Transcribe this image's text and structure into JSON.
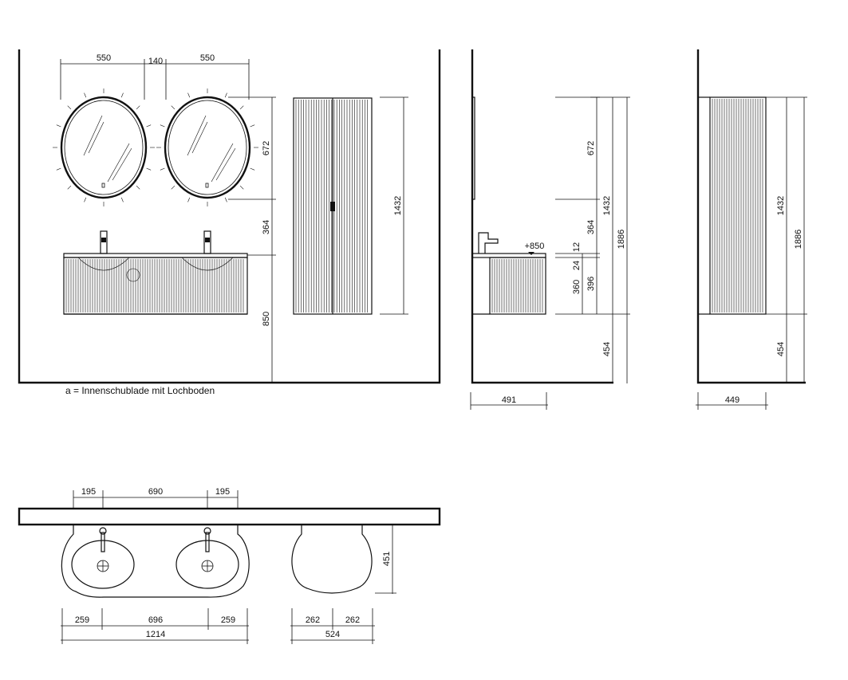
{
  "note": "a = Innenschublade mit Lochboden",
  "front_view": {
    "mirror_width_left": "550",
    "mirror_gap": "140",
    "mirror_width_right": "550",
    "mirror_height": "672",
    "mirror_to_counter": "364",
    "counter_height": "850",
    "tall_cabinet_height": "1432"
  },
  "side_view_vanity": {
    "mirror_height": "672",
    "mirror_to_counter": "364",
    "counter_label": "+850",
    "dim_12": "12",
    "dim_24": "24",
    "dim_360": "360",
    "dim_396": "396",
    "floor_to_cabinet": "454",
    "total_1432": "1432",
    "total_1886": "1886",
    "depth": "491"
  },
  "side_view_tall": {
    "height": "1432",
    "total": "1886",
    "floor_gap": "454",
    "depth": "449"
  },
  "plan_view": {
    "top_left": "195",
    "top_mid": "690",
    "top_right": "195",
    "depth": "451",
    "bottom_left": "259",
    "bottom_mid": "696",
    "bottom_right": "259",
    "total_width": "1214",
    "tall_left": "262",
    "tall_right": "262",
    "tall_total": "524"
  }
}
